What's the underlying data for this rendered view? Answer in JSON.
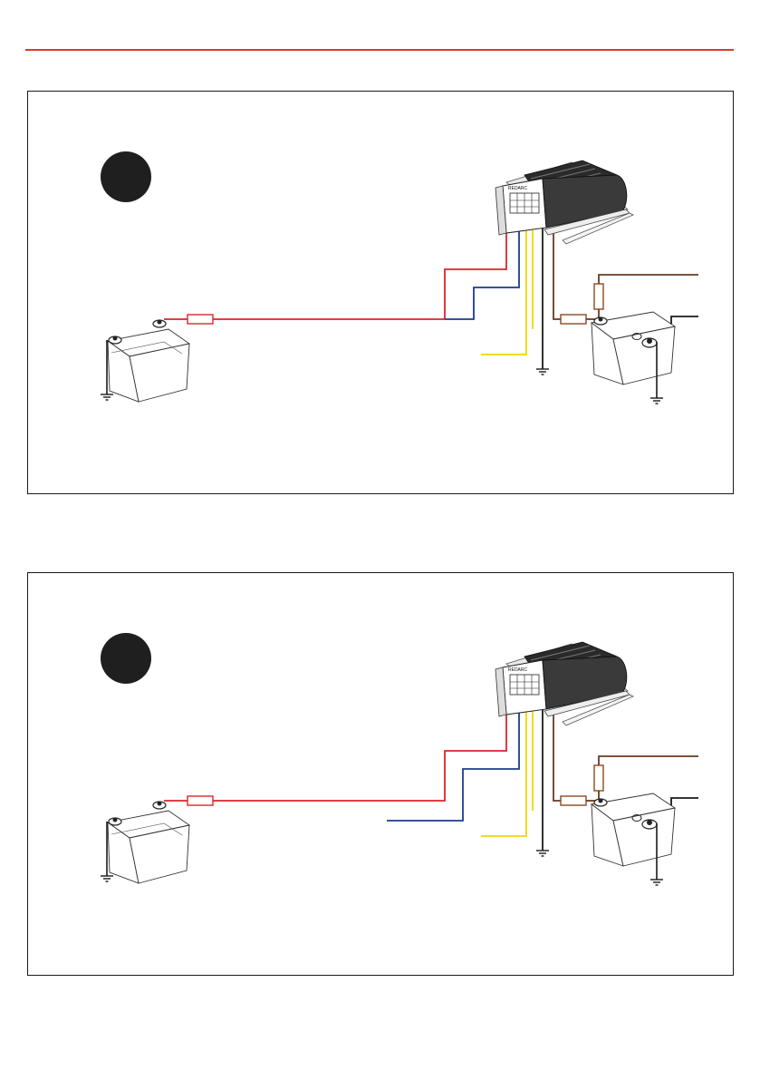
{
  "colors": {
    "accent": "#d93a2b",
    "wire_positive": "#d8262c",
    "wire_signal_blue": "#1f3b8f",
    "wire_ignition_yellow": "#f2d600",
    "wire_ground": "#1a1a1a",
    "wire_solar_brown": "#6b3a1f",
    "fuse_red": "#d8262c",
    "fuse_brown": "#8a4a22"
  },
  "charger": {
    "brand_label": "REDARC"
  },
  "icons": [
    "ground-icon",
    "battery-icon",
    "fuse-icon",
    "dc-charger-icon"
  ],
  "panels": [
    {
      "id": "panel-1"
    },
    {
      "id": "panel-2"
    }
  ]
}
